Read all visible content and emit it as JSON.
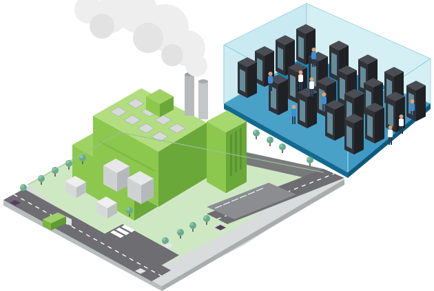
{
  "scene": {
    "subject": "isometric-power-plant-and-data-center",
    "palette": {
      "background": "#ffffff",
      "plant_green_light": "#a6d86f",
      "plant_green_mid": "#8cc84d",
      "plant_green_dark": "#6aa83a",
      "ground_green": "#cfe8c4",
      "road": "#6d6d72",
      "road_dark": "#4f4f55",
      "pavement": "#d9dcdc",
      "datacenter_floor": "#1a86b8",
      "datacenter_glass": "#bfe7ee",
      "rack": "#2f3136",
      "rack_light": "#8fd7ef",
      "smoke": "#eeeeee",
      "chimney": "#b7babc"
    },
    "server_rack_count": 20,
    "worker_count": 9
  }
}
